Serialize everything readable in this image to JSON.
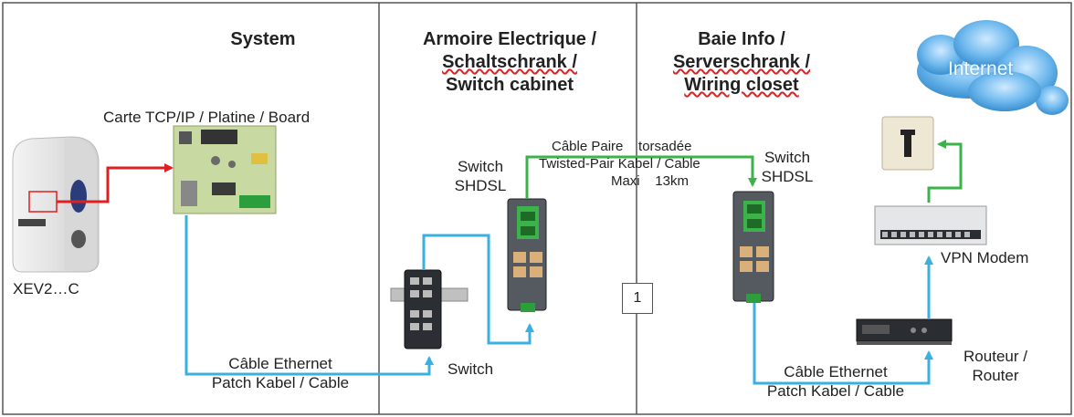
{
  "headers": {
    "system": "System",
    "cabinet": [
      "Armoire Electrique /",
      "Schaltschrank /",
      "Switch cabinet"
    ],
    "closet": [
      "Baie Info /",
      "Serverschrank /",
      "Wiring closet"
    ]
  },
  "labels": {
    "board": "Carte TCP/IP / Platine / Board",
    "device": "XEV2…C",
    "switch_shdsl_left": [
      "Switch",
      "SHDSL"
    ],
    "switch_shdsl_right": [
      "Switch",
      "SHDSL"
    ],
    "twisted_pair": [
      "Câble Paire    torsadée",
      "Twisted-Pair Kabel / Cable",
      "Maxi    13km"
    ],
    "switch": "Switch",
    "ethernet_left": [
      "Câble Ethernet",
      "Patch Kabel / Cable"
    ],
    "ethernet_right": [
      "Câble Ethernet",
      "Patch Kabel / Cable"
    ],
    "vpn_modem": "VPN Modem",
    "router": [
      "Routeur /",
      "Router"
    ],
    "internet": "Internet",
    "marker": "1"
  },
  "colors": {
    "power_link": "#e02020",
    "ethernet_link": "#3ab0e0",
    "shdsl_link": "#3bb34a",
    "internet_link": "#3bb34a",
    "frame": "#555555"
  },
  "icons": [
    "ev-charger-icon",
    "circuit-board-icon",
    "ethernet-switch-icon",
    "shdsl-switch-icon",
    "vpn-modem-icon",
    "router-icon",
    "internet-cloud-icon",
    "network-socket-icon"
  ]
}
